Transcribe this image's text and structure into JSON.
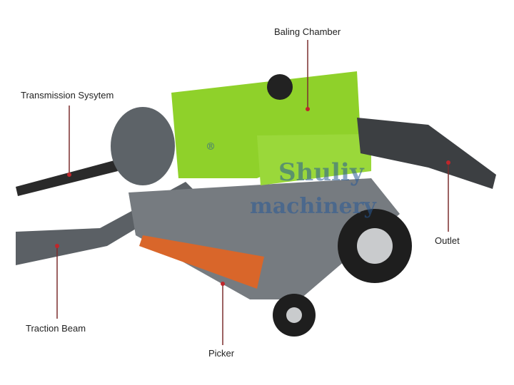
{
  "labels": {
    "baling_chamber": "Baling Chamber",
    "transmission": "Transmission Sysytem",
    "outlet": "Outlet",
    "traction_beam": "Traction Beam",
    "picker": "Picker"
  },
  "watermark": {
    "line1": "Shuliy",
    "line2": "machinery",
    "mark": "®"
  },
  "colors": {
    "machine_green": "#8fd12a",
    "frame_gray": "#6f7479",
    "picker_orange": "#d9662a",
    "leader_line": "#7a2e2e"
  }
}
